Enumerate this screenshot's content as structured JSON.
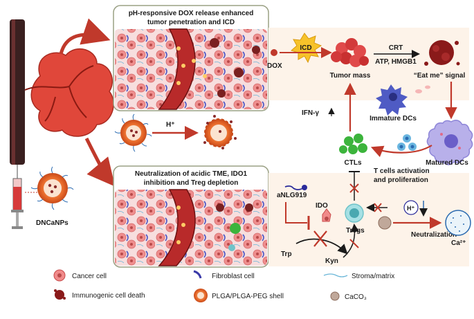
{
  "panels": {
    "top_title_line1": "pH-responsive DOX release enhanced",
    "top_title_line2": "tumor penetration and ICD",
    "bottom_title_line1": "Neutralization of acidic TME, IDO1",
    "bottom_title_line2": "inhibition and Treg depletion"
  },
  "nodes": {
    "dox": "DOX",
    "icd": "ICD",
    "tumor_mass": "Tumor mass",
    "crt": "CRT",
    "atp_hmgb1": "ATP, HMGB1",
    "eat_me": "“Eat me” signal",
    "immature_dcs": "Immature DCs",
    "matured_dcs": "Matured DCs",
    "ifn_gamma": "IFN-γ",
    "ctls": "CTLs",
    "t_cells_line1": "T cells activation",
    "t_cells_line2": "and proliferation",
    "h_plus": "H⁺",
    "anlg919": "aNLG919",
    "ido": "IDO",
    "tregs": "Tregs",
    "trp": "Trp",
    "kyn": "Kyn",
    "neutralization": "Neutralization",
    "ca": "Ca²⁺",
    "dncanps": "DNCaNPs"
  },
  "legend": {
    "cancer_cell": "Cancer cell",
    "fibroblast": "Fibroblast cell",
    "stroma": "Stroma/matrix",
    "icd_death": "Immunogenic cell death",
    "shell": "PLGA/PLGA-PEG shell",
    "caco3": "CaCO₃"
  },
  "colors": {
    "arrow_red": "#c0392b",
    "panel_bg": "#fdf3e9",
    "cancer_fill": "#f08a8a",
    "ctl_green": "#3cb43c",
    "dc_purple": "#8e86d8",
    "immature_blue": "#4f5bc4",
    "treg_teal": "#6fc3c9"
  }
}
